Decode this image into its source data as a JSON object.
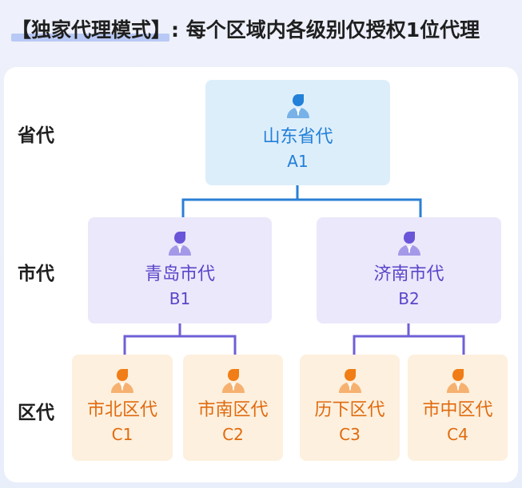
{
  "title": {
    "highlight": "【独家代理模式】",
    "rest": ": 每个区域内各级别仅授权1位代理"
  },
  "levels": {
    "province": "省代",
    "city": "市代",
    "district": "区代"
  },
  "nodes": {
    "a1": {
      "name": "山东省代",
      "code": "A1"
    },
    "b1": {
      "name": "青岛市代",
      "code": "B1"
    },
    "b2": {
      "name": "济南市代",
      "code": "B2"
    },
    "c1": {
      "name": "市北区代",
      "code": "C1"
    },
    "c2": {
      "name": "市南区代",
      "code": "C2"
    },
    "c3": {
      "name": "历下区代",
      "code": "C3"
    },
    "c4": {
      "name": "市中区代",
      "code": "C4"
    }
  },
  "colors": {
    "province": "#2280d8",
    "city": "#5a45c9",
    "district": "#e06a0e",
    "province_bg": "#ddeefb",
    "city_bg": "#ebe8fb",
    "district_bg": "#fdf0de",
    "line_blue": "#2a7fd4",
    "line_purple": "#6e5fd6"
  },
  "icons": {
    "node": "person-icon"
  }
}
